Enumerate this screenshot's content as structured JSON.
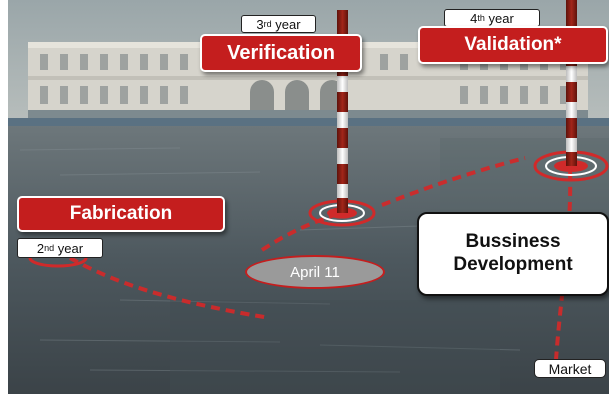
{
  "milestones": {
    "fabrication": {
      "label": "Fabrication",
      "year_number": "2",
      "year_suffix": "nd",
      "year_word": "year"
    },
    "verification": {
      "label": "Verification",
      "year_number": "3",
      "year_suffix": "rd",
      "year_word": "year"
    },
    "validation": {
      "label": "Validation*",
      "year_number": "4",
      "year_suffix": "th",
      "year_word": "year"
    }
  },
  "date_marker": "April 11",
  "business_box": {
    "line1": "Bussiness",
    "line2": "Development"
  },
  "market_tag": "Market",
  "colors": {
    "accent_red": "#c41e1e",
    "path_red": "#d02a2a",
    "pole_red": "#8b1a10"
  }
}
